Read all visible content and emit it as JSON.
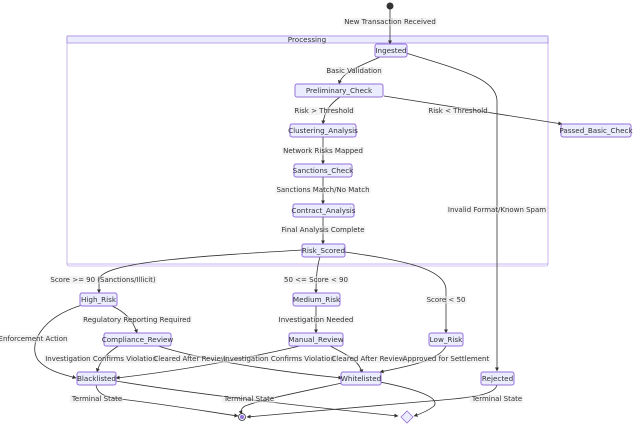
{
  "diagram": {
    "type": "state",
    "composite": {
      "id": "Processing",
      "label": "Processing"
    },
    "states": [
      {
        "id": "Ingested",
        "label": "Ingested"
      },
      {
        "id": "Preliminary_Check",
        "label": "Preliminary_Check"
      },
      {
        "id": "Clustering_Analysis",
        "label": "Clustering_Analysis"
      },
      {
        "id": "Sanctions_Check",
        "label": "Sanctions_Check"
      },
      {
        "id": "Contract_Analysis",
        "label": "Contract_Analysis"
      },
      {
        "id": "Risk_Scored",
        "label": "Risk_Scored"
      },
      {
        "id": "Passed_Basic_Check",
        "label": "Passed_Basic_Check"
      },
      {
        "id": "High_Risk",
        "label": "High_Risk"
      },
      {
        "id": "Medium_Risk",
        "label": "Medium_Risk"
      },
      {
        "id": "Low_Risk",
        "label": "Low_Risk"
      },
      {
        "id": "Compliance_Review",
        "label": "Compliance_Review"
      },
      {
        "id": "Manual_Review",
        "label": "Manual_Review"
      },
      {
        "id": "Blacklisted",
        "label": "Blacklisted"
      },
      {
        "id": "Whitelisted",
        "label": "Whitelisted"
      },
      {
        "id": "Rejected",
        "label": "Rejected"
      }
    ],
    "transitions": [
      {
        "from": "start",
        "to": "Ingested",
        "label": "New Transaction Received"
      },
      {
        "from": "Ingested",
        "to": "Preliminary_Check",
        "label": "Basic Validation"
      },
      {
        "from": "Ingested",
        "to": "Rejected",
        "label": "Invalid Format/Known Spam"
      },
      {
        "from": "Preliminary_Check",
        "to": "Clustering_Analysis",
        "label": "Risk > Threshold"
      },
      {
        "from": "Preliminary_Check",
        "to": "Passed_Basic_Check",
        "label": "Risk < Threshold"
      },
      {
        "from": "Clustering_Analysis",
        "to": "Sanctions_Check",
        "label": "Network Risks Mapped"
      },
      {
        "from": "Sanctions_Check",
        "to": "Contract_Analysis",
        "label": "Sanctions Match/No Match"
      },
      {
        "from": "Contract_Analysis",
        "to": "Risk_Scored",
        "label": "Final Analysis Complete"
      },
      {
        "from": "Risk_Scored",
        "to": "High_Risk",
        "label": "Score >= 90 (Sanctions/Illicit)"
      },
      {
        "from": "Risk_Scored",
        "to": "Medium_Risk",
        "label": "50 <= Score < 90"
      },
      {
        "from": "Risk_Scored",
        "to": "Low_Risk",
        "label": "Score < 50"
      },
      {
        "from": "High_Risk",
        "to": "Compliance_Review",
        "label": "Regulatory Reporting Required"
      },
      {
        "from": "High_Risk",
        "to": "Blacklisted",
        "label": "Enforcement Action"
      },
      {
        "from": "Medium_Risk",
        "to": "Manual_Review",
        "label": "Investigation Needed"
      },
      {
        "from": "Compliance_Review",
        "to": "Blacklisted",
        "label": "Investigation Confirms Violation"
      },
      {
        "from": "Compliance_Review",
        "to": "Whitelisted",
        "label": "Cleared After Review"
      },
      {
        "from": "Manual_Review",
        "to": "Blacklisted",
        "label": "Investigation Confirms Violation"
      },
      {
        "from": "Manual_Review",
        "to": "Whitelisted",
        "label": "Cleared After Review"
      },
      {
        "from": "Low_Risk",
        "to": "Whitelisted",
        "label": "Approved for Settlement"
      },
      {
        "from": "Blacklisted",
        "to": "end",
        "label": "Terminal State"
      },
      {
        "from": "Whitelisted",
        "to": "end",
        "label": "Terminal State"
      },
      {
        "from": "Rejected",
        "to": "end",
        "label": "Terminal State"
      }
    ]
  },
  "labels": {
    "processing": "Processing",
    "ingested": "Ingested",
    "preliminary_check": "Preliminary_Check",
    "clustering_analysis": "Clustering_Analysis",
    "sanctions_check": "Sanctions_Check",
    "contract_analysis": "Contract_Analysis",
    "risk_scored": "Risk_Scored",
    "passed_basic_check": "Passed_Basic_Check",
    "high_risk": "High_Risk",
    "medium_risk": "Medium_Risk",
    "low_risk": "Low_Risk",
    "compliance_review": "Compliance_Review",
    "manual_review": "Manual_Review",
    "blacklisted": "Blacklisted",
    "whitelisted": "Whitelisted",
    "rejected": "Rejected",
    "t_new_tx": "New Transaction Received",
    "t_basic_validation": "Basic Validation",
    "t_invalid": "Invalid Format/Known Spam",
    "t_risk_gt": "Risk > Threshold",
    "t_risk_lt": "Risk < Threshold",
    "t_network": "Network Risks Mapped",
    "t_sanctions": "Sanctions Match/No Match",
    "t_final": "Final Analysis Complete",
    "t_score_high": "Score >= 90 (Sanctions/Illicit)",
    "t_score_med": "50 <= Score < 90",
    "t_score_low": "Score < 50",
    "t_regulatory": "Regulatory Reporting Required",
    "t_enforcement": "Enforcement Action",
    "t_investigation_needed": "Investigation Needed",
    "t_confirms_1": "Investigation Confirms Violation",
    "t_cleared_1": "Cleared After Review",
    "t_confirms_2": "Investigation Confirms Violation",
    "t_cleared_2": "Cleared After Review",
    "t_approved": "Approved for Settlement",
    "t_terminal_1": "Terminal State",
    "t_terminal_2": "Terminal State",
    "t_terminal_3": "Terminal State"
  },
  "colors": {
    "node_fill": "#ECECFF",
    "node_stroke": "#9370DB",
    "edge": "#333333",
    "text": "#333333"
  }
}
